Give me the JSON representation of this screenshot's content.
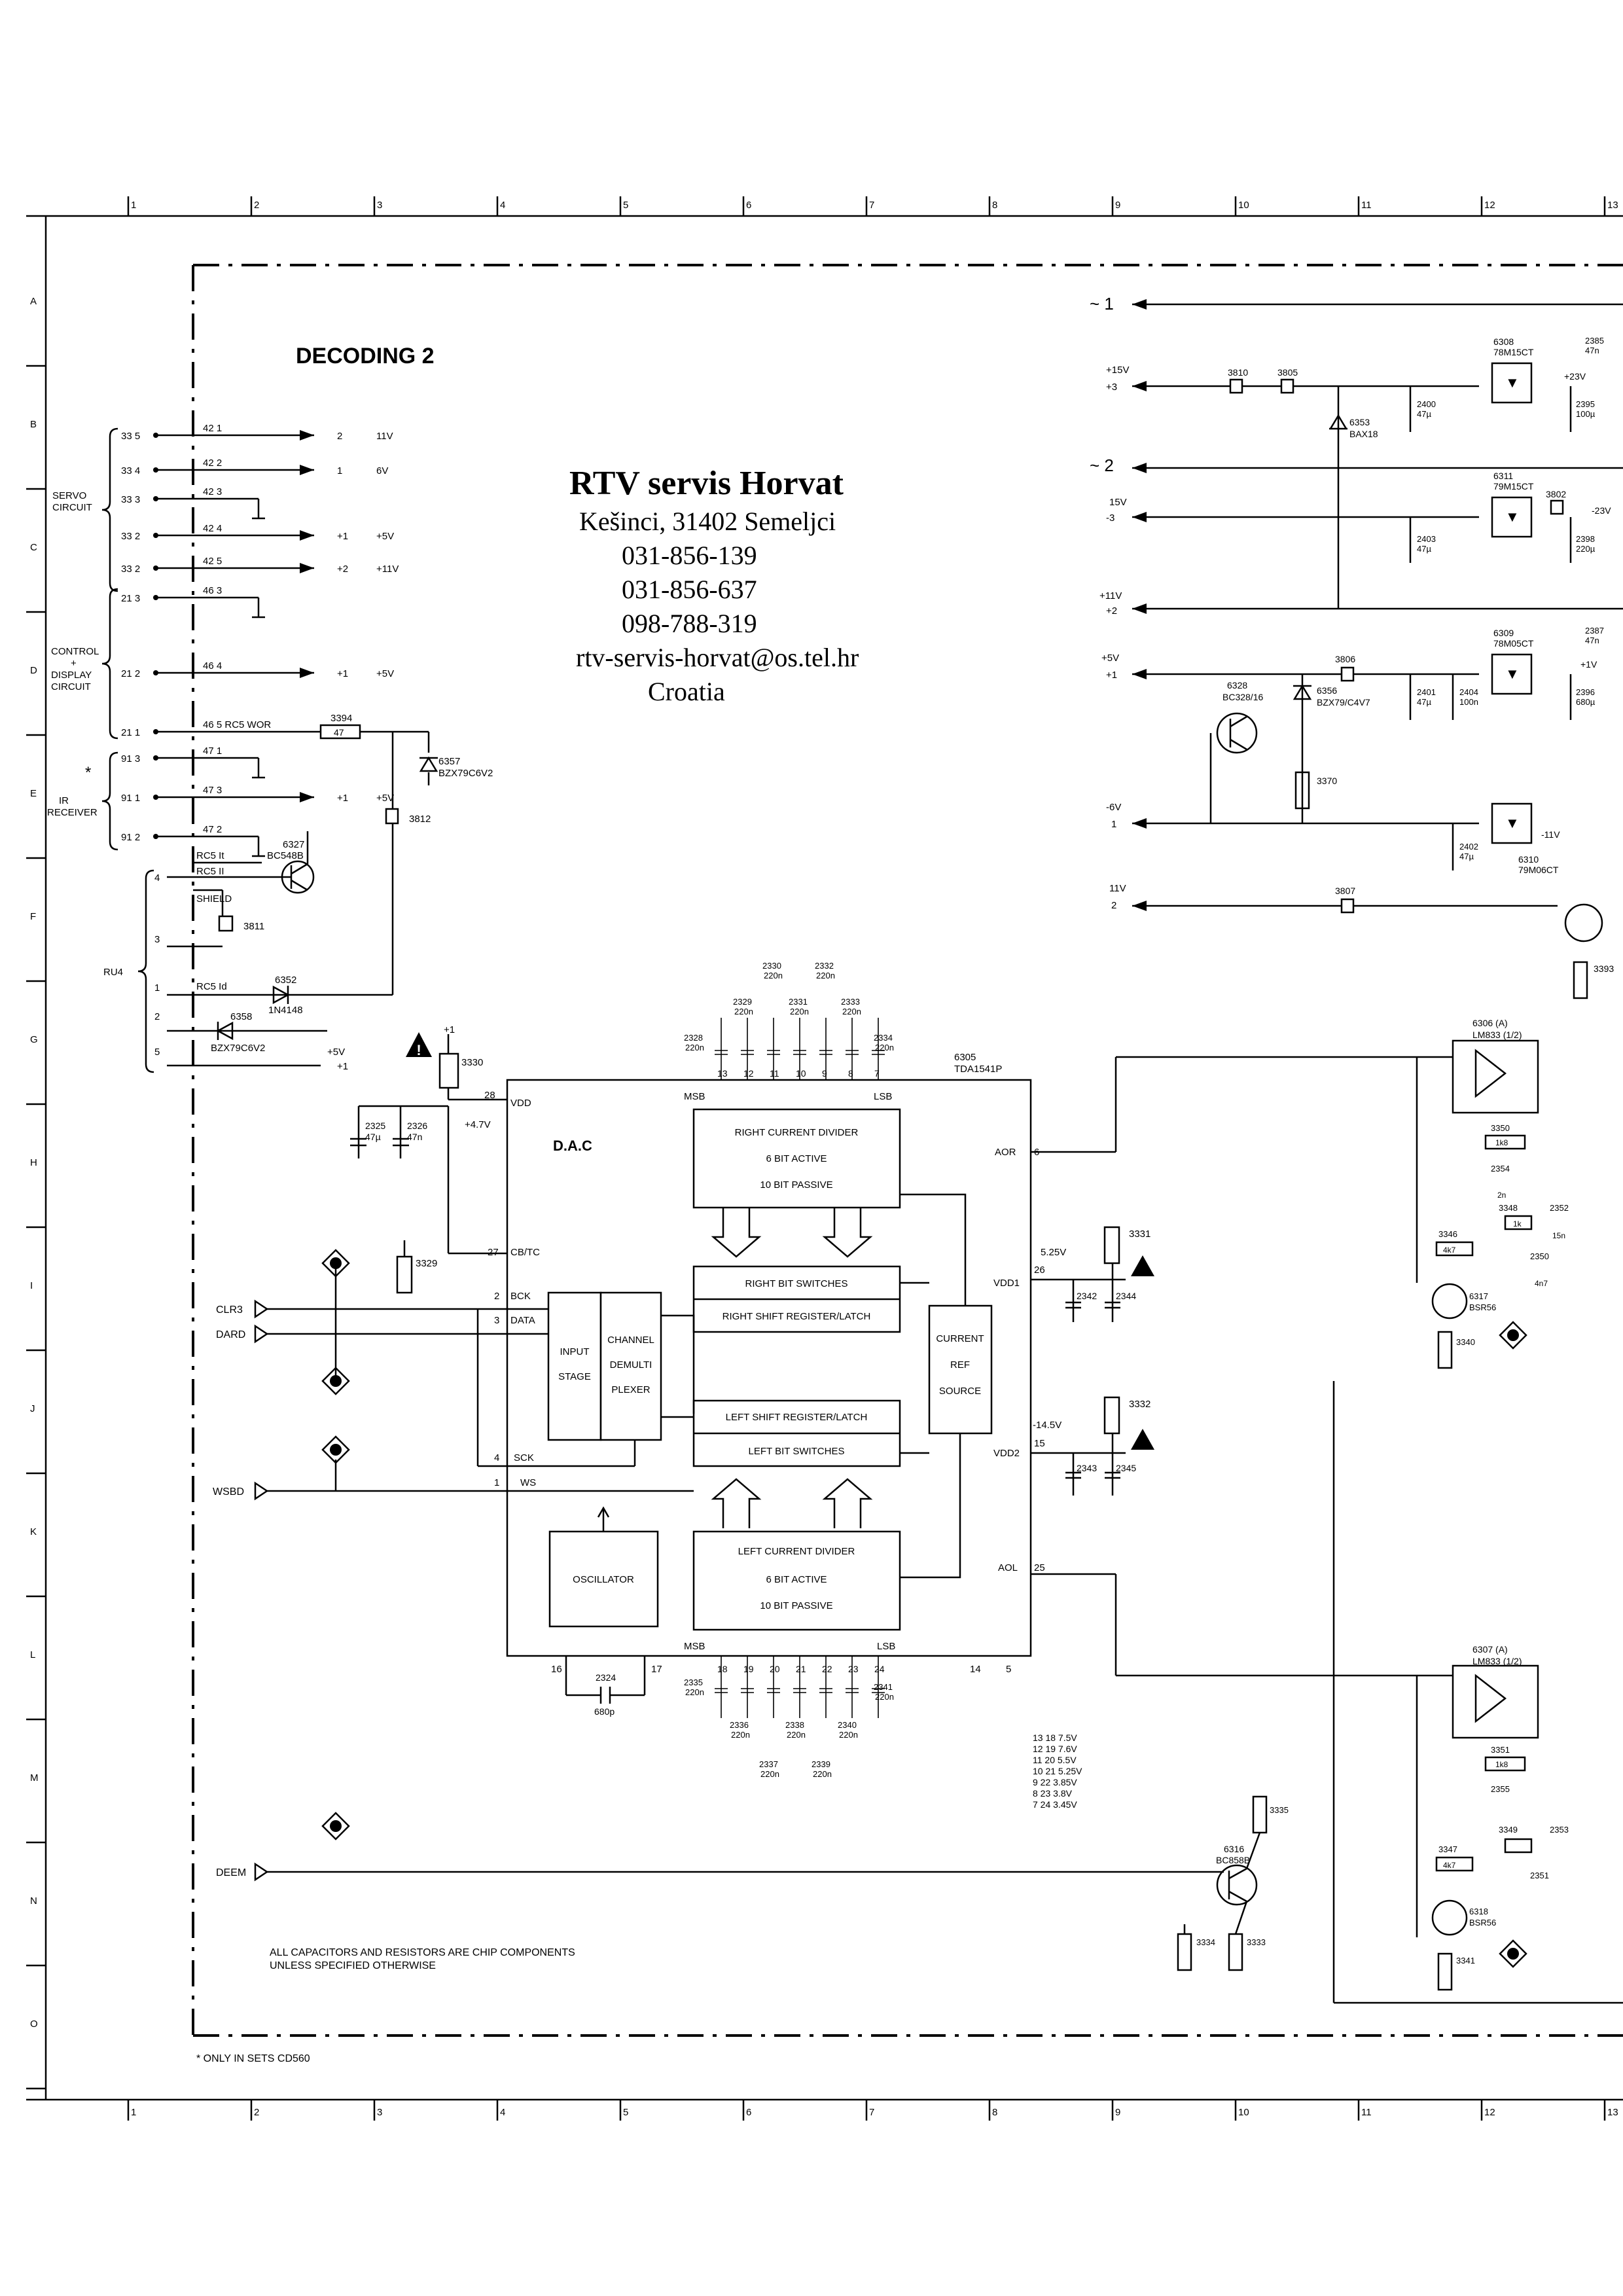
{
  "title": "DECODING  2",
  "branding": {
    "name": "RTV servis Horvat",
    "address": "Kešinci, 31402 Semeljci",
    "phones": [
      "031-856-139",
      "031-856-637",
      "098-788-319"
    ],
    "email": "rtv-servis-horvat@os.tel.hr",
    "country": "Croatia"
  },
  "grid": {
    "columns": [
      "1",
      "2",
      "3",
      "4",
      "5",
      "6",
      "7",
      "8",
      "9",
      "10",
      "11",
      "12",
      "13"
    ],
    "rows": [
      "A",
      "B",
      "C",
      "D",
      "E",
      "F",
      "G",
      "H",
      "I",
      "J",
      "K",
      "L",
      "M",
      "N",
      "O"
    ]
  },
  "connector_groups": [
    "SERVO\nCIRCUIT",
    "CONTROL\n+\nDISPLAY\nCIRCUIT",
    "IR\nRECEIVER",
    "RU4"
  ],
  "connector_pins": [
    {
      "pin": "33 5",
      "net": "42 1",
      "val": "2",
      "v": "11V"
    },
    {
      "pin": "33 4",
      "net": "42 2",
      "val": "1",
      "v": "6V"
    },
    {
      "pin": "33 3",
      "net": "42 3",
      "val": "",
      "v": ""
    },
    {
      "pin": "33 2",
      "net": "42 4",
      "val": "+1",
      "v": "+5V"
    },
    {
      "pin": "33 2",
      "net": "42 5",
      "val": "+2",
      "v": "+11V"
    },
    {
      "pin": "21 3",
      "net": "46 3",
      "val": "",
      "v": ""
    },
    {
      "pin": "21 2",
      "net": "46 4",
      "val": "+1",
      "v": "+5V"
    },
    {
      "pin": "21 1",
      "net": "46 5  RC5  WOR",
      "val": "",
      "v": ""
    },
    {
      "pin": "91 3",
      "net": "47 1",
      "val": "",
      "v": ""
    },
    {
      "pin": "91 1",
      "net": "47 3",
      "val": "+1",
      "v": "+5V"
    },
    {
      "pin": "91 2",
      "net": "47 2",
      "val": "",
      "v": ""
    }
  ],
  "components": {
    "r3394": "3394",
    "r3394v": "47",
    "d6357": "6357",
    "d6357v": "BZX79C6V2",
    "r3812": "3812",
    "q6327": "6327",
    "q6327v": "BC548B",
    "r3811": "3811",
    "d6352": "6352",
    "d6352v": "1N4148",
    "d6358": "6358",
    "d6358v": "BZX79C6V2",
    "rc5": [
      "RC5  It",
      "RC5  II",
      "SHIELD",
      "RC5  Id"
    ],
    "ru4_pins": [
      "4",
      "3",
      "1",
      "2",
      "5"
    ]
  },
  "dac": {
    "ic": "6305",
    "part": "TDA1541P",
    "label": "D.A.C",
    "blocks": {
      "rcd": [
        "RIGHT  CURRENT  DIVIDER",
        "6  BIT  ACTIVE",
        "10  BIT  PASSIVE"
      ],
      "rbs": "RIGHT  BIT  SWITCHES",
      "rsr": "RIGHT  SHIFT  REGISTER/LATCH",
      "input": [
        "INPUT",
        "STAGE"
      ],
      "demux": [
        "CHANNEL",
        "DEMULTI",
        "PLEXER"
      ],
      "ref": [
        "CURRENT",
        "REF",
        "SOURCE"
      ],
      "lsr": "LEFT  SHIFT  REGISTER/LATCH",
      "lbs": "LEFT  BIT  SWITCHES",
      "osc": "OSCILLATOR",
      "lcd": [
        "LEFT  CURRENT  DIVIDER",
        "6  BIT  ACTIVE",
        "10  BIT  PASSIVE"
      ]
    },
    "pins": {
      "vdd": "VDD",
      "p28": "28",
      "v47": "+4.7V",
      "cbtc": "CB/TC",
      "p27": "27",
      "bck": "BCK",
      "p2": "2",
      "data": "DATA",
      "p3": "3",
      "sck": "SCK",
      "p4": "4",
      "ws": "WS",
      "p1": "1",
      "msb": "MSB",
      "lsb": "LSB",
      "top_pins": [
        "13",
        "12",
        "11",
        "10",
        "9",
        "8",
        "7"
      ],
      "bot_pins": [
        "18",
        "19",
        "20",
        "21",
        "22",
        "23",
        "24"
      ],
      "aor": "AOR",
      "p6": "6",
      "vdd1": "VDD1",
      "p26": "26",
      "vdd2": "VDD2",
      "p15": "15",
      "aol": "AOL",
      "p25": "25",
      "p16": "16",
      "p17": "17",
      "p14": "14",
      "p5": "5",
      "v525": "5.25V",
      "v145": "-14.5V"
    }
  },
  "signals": {
    "clr": "CLR3",
    "dard": "DARD",
    "wsbd": "WSBD",
    "dem": "DEEM"
  },
  "power": {
    "rails": [
      "~ 1",
      "~ 2"
    ],
    "lines": [
      "+15V +3",
      "15V -3",
      "+11V +2",
      "+5V +1",
      "-6V 1",
      "11V 2"
    ],
    "regs": [
      {
        "ref": "6308",
        "part": "78M15CT",
        "out": "+23V"
      },
      {
        "ref": "6311",
        "part": "79M15CT",
        "out": "-23V"
      },
      {
        "ref": "6309",
        "part": "78M05CT",
        "out": "+1V"
      },
      {
        "ref": "6310",
        "part": "79M06CT",
        "out": "-11V"
      }
    ],
    "parts": [
      "3810",
      "3805",
      "3802",
      "3806",
      "3807",
      "6353",
      "BAX18",
      "6328",
      "BC328/16",
      "6356",
      "BZX79/C4V7",
      "3370",
      "2400",
      "2401",
      "2402",
      "2403",
      "2404",
      "2395",
      "2396",
      "2398",
      "2385",
      "2387",
      "3393"
    ]
  },
  "opamps": {
    "top": {
      "ref": "6306 (A)",
      "part": "LM833  (1/2)"
    },
    "bottom": {
      "ref": "6307 (A)",
      "part": "LM833  (1/2)"
    },
    "parts": [
      "3350",
      "1k8",
      "2354",
      "2n",
      "3348",
      "1k",
      "2352",
      "15n",
      "3346",
      "4k7",
      "2350",
      "4n7",
      "6317",
      "BSR56",
      "3340",
      "3351",
      "2355",
      "3349",
      "2353",
      "3347",
      "2351",
      "6318",
      "3341"
    ]
  },
  "deem": {
    "q": "6316",
    "qv": "BC858B",
    "r": [
      "3335",
      "3334",
      "3333"
    ]
  },
  "caps_top": [
    "2328",
    "2329",
    "2330",
    "2331",
    "2332",
    "2333",
    "2334"
  ],
  "caps_bot": [
    "2335",
    "2336",
    "2337",
    "2338",
    "2339",
    "2340",
    "2341"
  ],
  "cap_220n": "220n",
  "caps_misc": {
    "c2325": "2325",
    "c2325v": "47µ",
    "c2326": "2326",
    "c2326v": "47n",
    "c2324": "2324",
    "c2324v": "680p",
    "c2342": "2342",
    "c2344": "2344",
    "c2343": "2343",
    "c2345": "2345",
    "r3330": "3330",
    "r3329": "3329",
    "r3331": "3331",
    "r3332": "3332"
  },
  "pin_voltage_table": [
    "13 18   7.5V",
    "12 19   7.6V",
    "11 20   5.5V",
    "10 21   5.25V",
    "9 22   3.85V",
    "8 23   3.8V",
    "7 24   3.45V"
  ],
  "notes": {
    "chip": "ALL  CAPACITORS  AND  RESISTORS  ARE  CHIP  COMPONENTS\nUNLESS  SPECIFIED  OTHERWISE",
    "only": "*   ONLY  IN  SETS  CD560"
  }
}
